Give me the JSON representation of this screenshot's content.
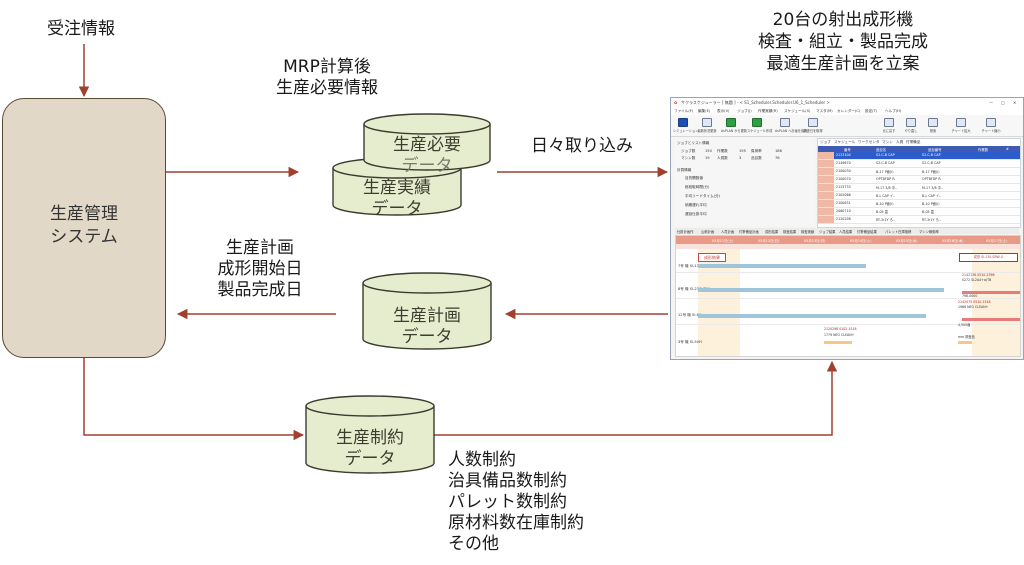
{
  "labels": {
    "order_info": "受注情報",
    "mrp_line1": "MRP計算後",
    "mrp_line2": "生産必要情報",
    "title_line1": "20台の射出成形機",
    "title_line2": "検査・組立・製品完成",
    "title_line3": "最適生産計画を立案",
    "daily_import": "日々取り込み",
    "plan_out_line1": "生産計画",
    "plan_out_line2": "成形開始日",
    "plan_out_line3": "製品完成日",
    "constraints": [
      "人数制約",
      "治具備品数制約",
      "パレット数制約",
      "原材料数在庫制約",
      "その他"
    ]
  },
  "system_box": {
    "line1": "生産管理",
    "line2": "システム"
  },
  "cylinders": {
    "required": {
      "line1": "生産必要",
      "line2": "データ"
    },
    "actual": {
      "line1": "生産実績",
      "line2": "データ"
    },
    "plan": {
      "line1": "生産計画",
      "line2": "データ"
    },
    "constraint": {
      "line1": "生産制約",
      "line2": "データ"
    }
  },
  "colors": {
    "arrow": "#a0402e",
    "cylinder_fill": "#e6edcf",
    "cylinder_stroke": "#3b3b2e",
    "system_fill": "#e2d8c8",
    "system_stroke": "#5a4a36"
  },
  "screenshot": {
    "window_title": "サクラスケジューラー [ 無題 ] - < S1_Scheduler.Scheduler.U6_1_Scheduler >",
    "menu": [
      "ファイル(F)",
      "編集(E)",
      "表示(V)",
      "ジョブ(J)",
      "作業実績(R)",
      "スケジュール(S)",
      "マスタ(M)",
      "カレンダー(C)",
      "設定(T)",
      "ヘルプ(H)"
    ],
    "toolbar": [
      "シミュレーション",
      "最新状況更新",
      "AsPLAN から更新",
      "スケジュール作成",
      "AsPLAN へ計画を保存",
      "検査日を取得",
      "元に戻す",
      "やり直し",
      "検索",
      "チャート拡大",
      "チャート縮小"
    ],
    "left_pane": {
      "heading": "ジョブとリスト情報",
      "rows": [
        [
          "ジョブ数",
          "150",
          "作業数",
          "195",
          "負荷率",
          "186"
        ],
        [
          "マシン数",
          "19",
          "人員数",
          "3",
          "品目数",
          "76"
        ]
      ],
      "calc_heading": "計算情報",
      "calc_rows": [
        "目的関数値",
        "総段取時間(分)",
        "平均リードタイム(分)",
        "納期遅れ平均",
        "遅延仕掛平均"
      ]
    },
    "grid": {
      "tabs": [
        "ジョブ",
        "スケジュール",
        "ワークセンタ",
        "マシン",
        "人員",
        "付帯備品"
      ],
      "headers": [
        "番号",
        "品目名",
        "品目番号",
        "作業数",
        "#"
      ],
      "rows": [
        [
          "2123104",
          "S2-C-B CAP",
          "S2-C-B CAP"
        ],
        [
          "2149670",
          "S2-C-B CAP",
          "S2-C-B CAP"
        ],
        [
          "2100030",
          "B-17 P面(I)",
          "B-17 P面(I)"
        ],
        [
          "2100070",
          "OPTBFDP R.",
          "OPTBFDP R."
        ],
        [
          "2125733",
          "M-17 3/8 中..",
          "M-17 3/8 中.."
        ],
        [
          "2102066",
          "B-L CAP イ..",
          "B-L CAP イ.."
        ],
        [
          "2100631",
          "B-10 P面(I)",
          "B-10 P面(I)"
        ],
        [
          "2060710",
          "B-05 蓋",
          "B-05 蓋"
        ],
        [
          "2120298",
          "RT-3r1Y ろ..",
          "RT-3r1Y ろ.."
        ]
      ]
    },
    "bottom_tabs": [
      "仕掛計画作",
      "山積計画",
      "人員計画",
      "付帯備品計画",
      "成形結果",
      "検査結果",
      "検査実績",
      "ジョブ結果",
      "人員結果",
      "付帯備品結果",
      "パレット在庫推移",
      "マシン稼働率"
    ],
    "gantt": {
      "dates": [
        "05月11日(土)",
        "05月12日(日)",
        "05月13日(月)",
        "05月14日(火)",
        "05月15日(水)",
        "05月16日(木)",
        "05月17日(土)"
      ],
      "machines": [
        "7号 機 SI-130-SRW",
        "8号 機 SI-230VRW",
        "12号 機 SI-60",
        "3号 機 SI-50H"
      ],
      "marker_left": "成形結果",
      "marker_right": "成形 SI-130-SRW-G",
      "notes": [
        "2142136 0510-2396",
        "0272 SL2A4+α(TB",
        "798-0000",
        "2142075 0510-1518",
        "1966 NEO CLEAN+",
        "4,500面",
        "2120298 0102-1518",
        "1779 NEO CLEAN+",
        "mm 検査品"
      ]
    }
  }
}
